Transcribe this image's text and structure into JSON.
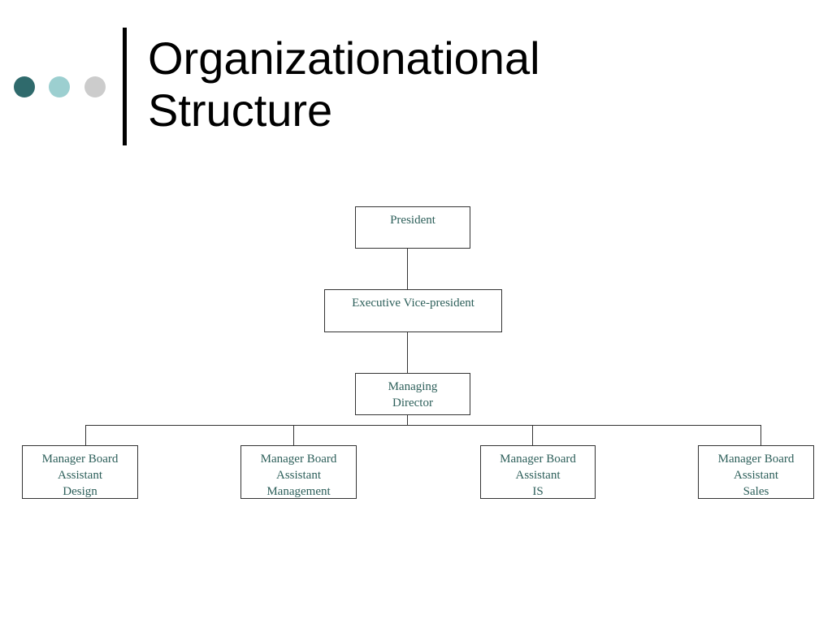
{
  "slide": {
    "title_lines": [
      "Organizationational",
      "Structure"
    ],
    "accent_dots": [
      "#2f6a6c",
      "#9ccfd0",
      "#cccccc"
    ]
  },
  "org_chart": {
    "text_color": "#2d5f5a",
    "president": "President",
    "executive_vp": "Executive Vice-president",
    "managing_director": [
      "Managing",
      "Director"
    ],
    "managers": [
      [
        "Manager Board",
        "Assistant",
        "Design"
      ],
      [
        "Manager Board",
        "Assistant",
        "Management"
      ],
      [
        "Manager Board",
        "Assistant",
        "IS"
      ],
      [
        "Manager Board",
        "Assistant",
        "Sales"
      ]
    ]
  }
}
